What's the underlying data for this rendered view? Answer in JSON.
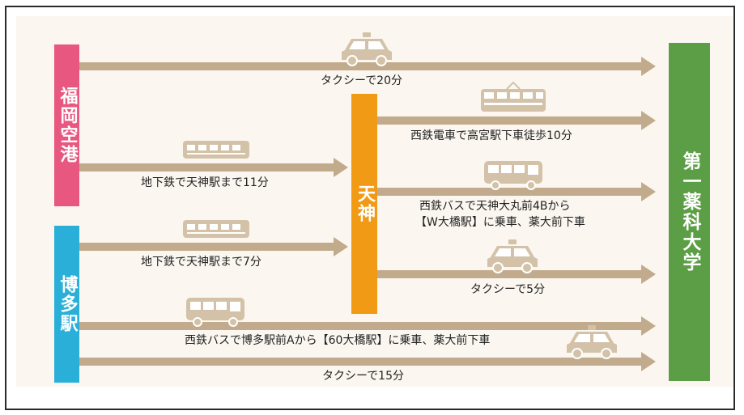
{
  "colors": {
    "arrow": "#c2ab8c",
    "airport": "#e8577f",
    "hakata": "#2ab0d8",
    "tenjin": "#f19a16",
    "university": "#5c9e46",
    "vehicle": "#d3c2a8",
    "vehicle_window": "#ffffff",
    "text": "#222222"
  },
  "nodes": {
    "airport": "福岡空港",
    "hakata": "博多駅",
    "tenjin": "天神",
    "university": "第一薬科大学"
  },
  "routes": {
    "airport_taxi": "タクシーで20分",
    "airport_subway": "地下鉄で天神駅まで11分",
    "hakata_subway": "地下鉄で天神駅まで7分",
    "tenjin_train": "西鉄電車で高宮駅下車徒歩10分",
    "tenjin_bus_line1": "西鉄バスで天神大丸前4Bから",
    "tenjin_bus_line2": "【W大橋駅】に乗車、薬大前下車",
    "tenjin_taxi": "タクシーで5分",
    "hakata_bus": "西鉄バスで博多駅前Aから【60大橋駅】に乗車、薬大前下車",
    "hakata_taxi": "タクシーで15分"
  },
  "icons": {
    "taxi": "taxi-icon",
    "bus": "bus-icon",
    "subway": "subway-train-icon",
    "tram": "tram-icon"
  }
}
